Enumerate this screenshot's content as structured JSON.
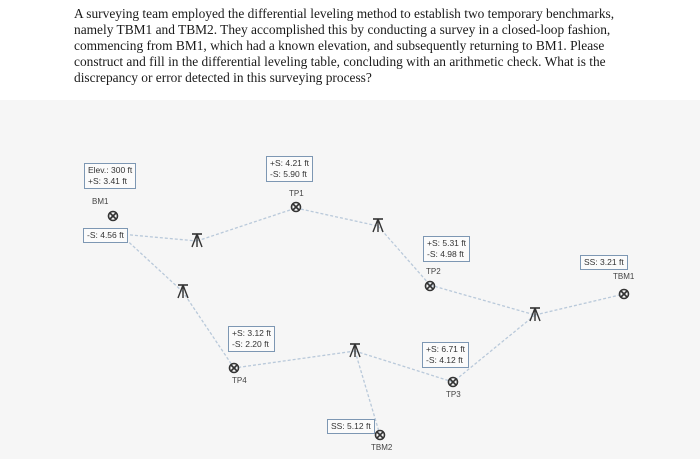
{
  "question": "A surveying team employed the differential leveling method to establish two temporary benchmarks, namely TBM1 and TBM2. They accomplished this by conducting a survey in a closed-loop fashion, commencing from BM1, which had a known elevation, and subsequently returning to BM1. Please construct and fill in the differential leveling table, concluding with an arithmetic check. What is the discrepancy or error detected in this surveying process?",
  "points": {
    "bm1": {
      "elev": "Elev.: 300 ft",
      "bs": "+S: 3.41 ft",
      "name": "BM1",
      "fs": "-S: 4.56 ft"
    },
    "tp1": {
      "bs": "+S: 4.21 ft",
      "fs": "-S: 5.90 ft",
      "name": "TP1"
    },
    "tp2": {
      "bs": "+S: 5.31 ft",
      "fs": "-S: 4.98 ft",
      "name": "TP2"
    },
    "tbm1": {
      "ss": "SS: 3.21 ft",
      "name": "TBM1"
    },
    "tp4": {
      "bs": "+S: 3.12 ft",
      "fs": "-S: 2.20 ft",
      "name": "TP4"
    },
    "tp3": {
      "bs": "+S: 6.71 ft",
      "fs": "-S: 4.12 ft",
      "name": "TP3"
    },
    "tbm2": {
      "ss": "SS: 5.12 ft",
      "name": "TBM2"
    }
  },
  "icons": {
    "point": "crossed-circle-icon",
    "instrument": "level-tripod-icon"
  },
  "colors": {
    "line": "#b9c9da",
    "box_border": "#7d97b3"
  }
}
